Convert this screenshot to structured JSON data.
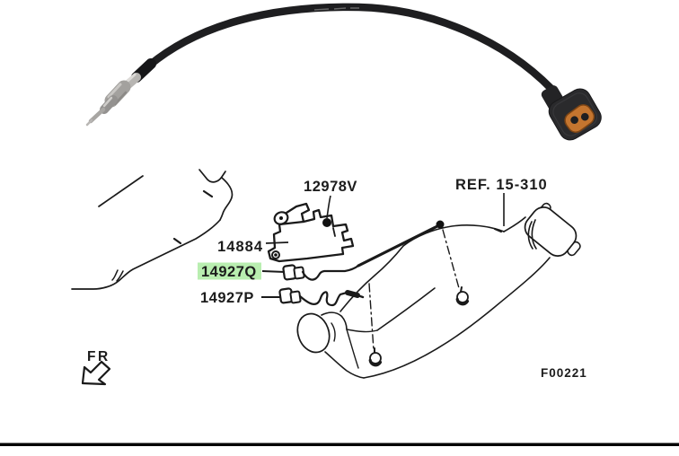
{
  "page": {
    "background": "#ffffff",
    "footer_rule_color": "#000000"
  },
  "photo": {
    "name": "exhaust-temperature-sensor-photo",
    "cable_color": "#1e1e20",
    "probe_color": "#b7b5b2",
    "connector_body_color": "#2a2a2c",
    "connector_insert_color": "#c4752f"
  },
  "diagram": {
    "line_color": "#1a1a1a",
    "highlight_color": "#b9eeb0",
    "figure_code": "F00221",
    "reference_label": "REF. 15-310",
    "front_label": "FR",
    "callouts": [
      {
        "part_no": "12978V",
        "highlighted": false
      },
      {
        "part_no": "14884",
        "highlighted": false
      },
      {
        "part_no": "14927Q",
        "highlighted": true
      },
      {
        "part_no": "14927P",
        "highlighted": false
      }
    ]
  }
}
